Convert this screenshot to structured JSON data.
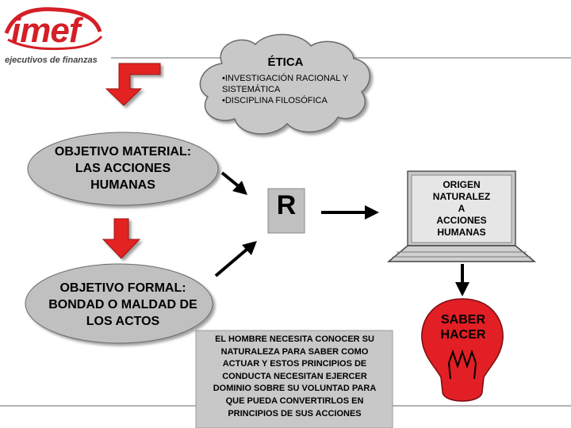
{
  "logo": {
    "wordmark": "imef",
    "tagline": "ejecutivos de finanzas"
  },
  "cloud": {
    "title": "ÉTICA",
    "lines": [
      "•INVESTIGACIÓN RACIONAL Y",
      "SISTEMÁTICA",
      "•DISCIPLINA FILOSÓFICA"
    ]
  },
  "objective_material": {
    "lines": [
      "OBJETIVO MATERIAL:",
      "LAS ACCIONES",
      "HUMANAS"
    ]
  },
  "objective_formal": {
    "lines": [
      "OBJETIVO FORMAL:",
      "BONDAD O MALDAD DE",
      "LOS ACTOS"
    ]
  },
  "center_box": {
    "label": "R"
  },
  "laptop": {
    "lines": [
      "ORIGEN",
      "NATURALEZ",
      "A",
      "ACCIONES",
      "HUMANAS"
    ]
  },
  "bulb": {
    "lines": [
      "SABER",
      "HACER"
    ]
  },
  "note": {
    "lines": [
      "EL HOMBRE NECESITA CONOCER SU",
      "NATURALEZA PARA SABER COMO",
      "ACTUAR Y ESTOS PRINCIPIOS DE",
      "CONDUCTA NECESITAN EJERCER",
      "DOMINIO SOBRE SU VOLUNTAD PARA",
      "QUE PUEDA CONVERTIRLOS EN",
      "PRINCIPIOS DE SUS ACCIONES"
    ]
  },
  "colors": {
    "brand_red": "#d41f26",
    "arrow_red": "#e32024",
    "cloud_fill": "#c8c8c8",
    "oval_fill": "#c0c0c0",
    "box_fill": "#c0c0c0",
    "bulb_red": "#e11f25"
  }
}
